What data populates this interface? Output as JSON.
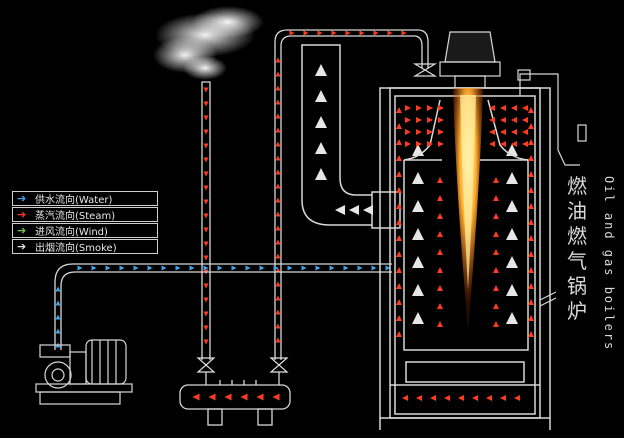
{
  "legend": [
    {
      "label": "供水流向(Water)",
      "color": "#38a8f0",
      "icon": "arrow-right-icon"
    },
    {
      "label": "蒸汽流向(Steam)",
      "color": "#ff3b1f",
      "icon": "arrow-right-icon"
    },
    {
      "label": "进风流向(Wind)",
      "color": "#7ac943",
      "icon": "arrow-right-icon"
    },
    {
      "label": "出烟流向(Smoke)",
      "color": "#e0e0e0",
      "icon": "arrow-right-icon"
    }
  ],
  "title": {
    "cn": [
      "燃",
      "油",
      "燃",
      "气",
      "锅",
      "炉"
    ],
    "en": "Oil and gas boilers"
  },
  "colors": {
    "water": "#38a8f0",
    "steam": "#ff3b1f",
    "smoke": "#e6e6e6",
    "outline": "#d8d8d8"
  }
}
